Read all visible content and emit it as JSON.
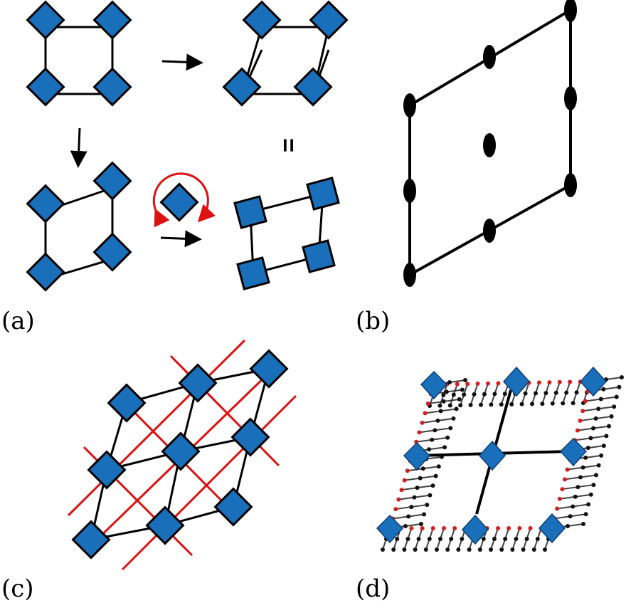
{
  "panels": {
    "a": {
      "label": "(a)"
    },
    "b": {
      "label": "(b)"
    },
    "c": {
      "label": "(c)"
    },
    "d": {
      "label": "(d)"
    }
  },
  "colors": {
    "node_fill": "#1a6fba",
    "node_stroke": "#000000",
    "line": "#000000",
    "highlight": "#dd1111",
    "oxygen": "#d61e1e"
  },
  "panel_a_equals": "="
}
